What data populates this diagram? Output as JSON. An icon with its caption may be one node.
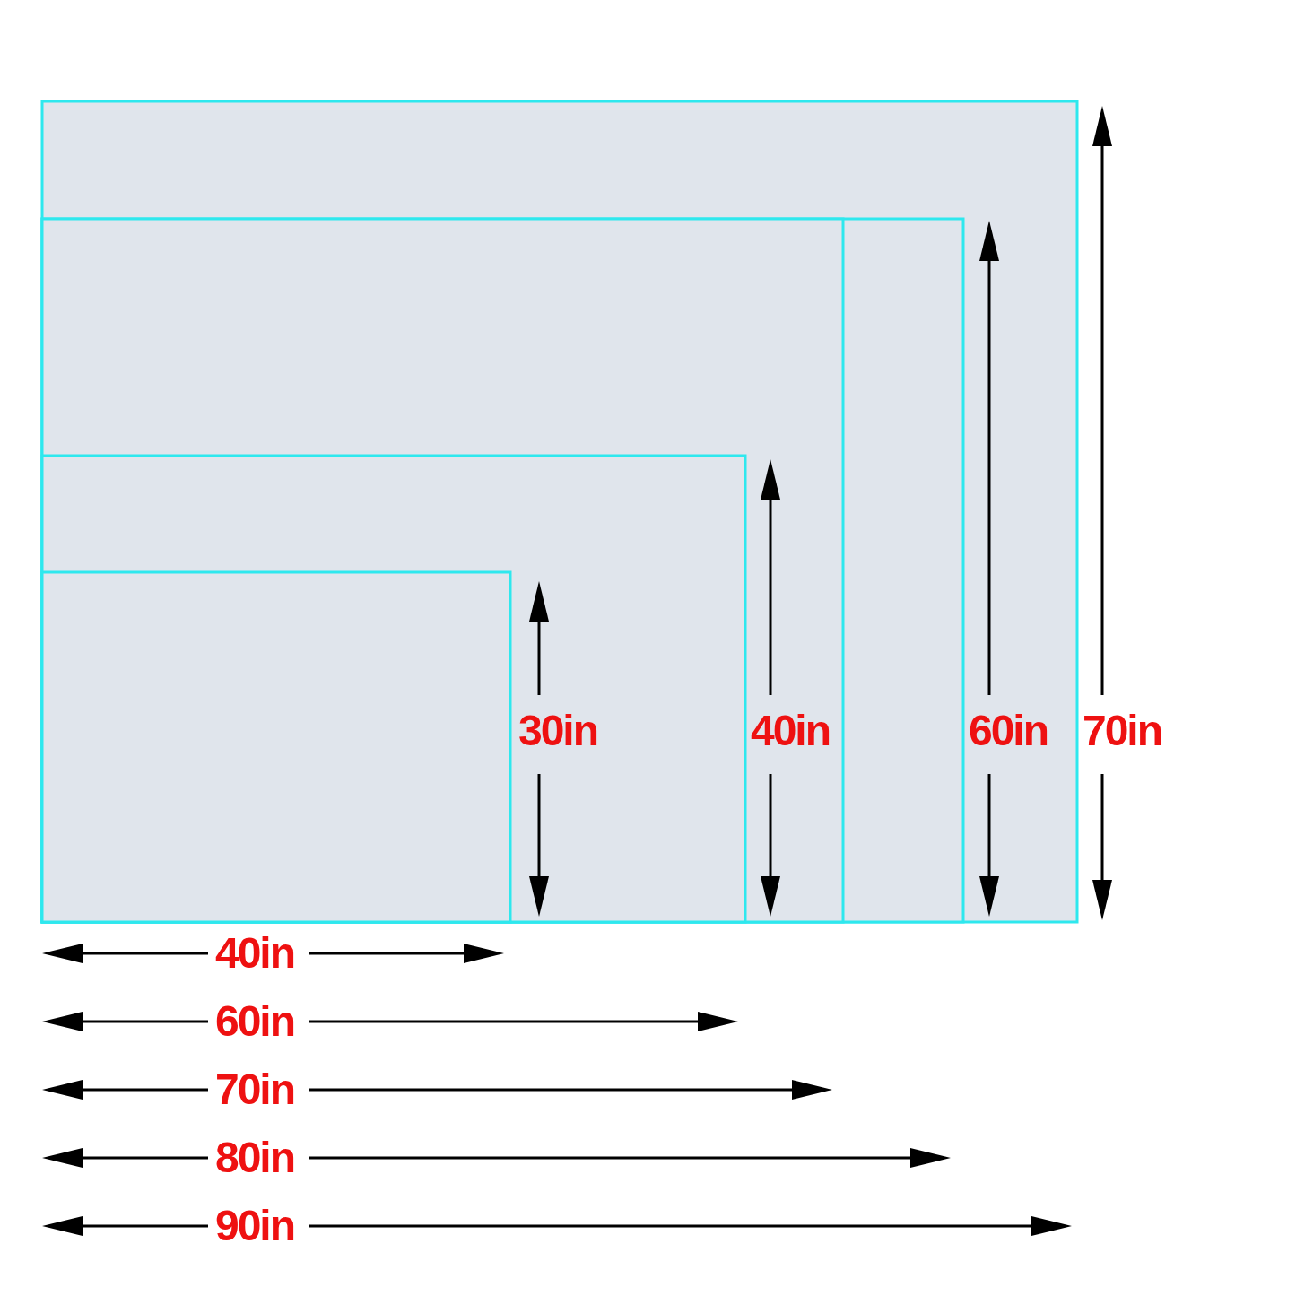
{
  "diagram": {
    "labels": [
      "30in",
      "40in",
      "60in",
      "70in",
      "40in",
      "60in",
      "70in",
      "80in",
      "90in"
    ]
  }
}
